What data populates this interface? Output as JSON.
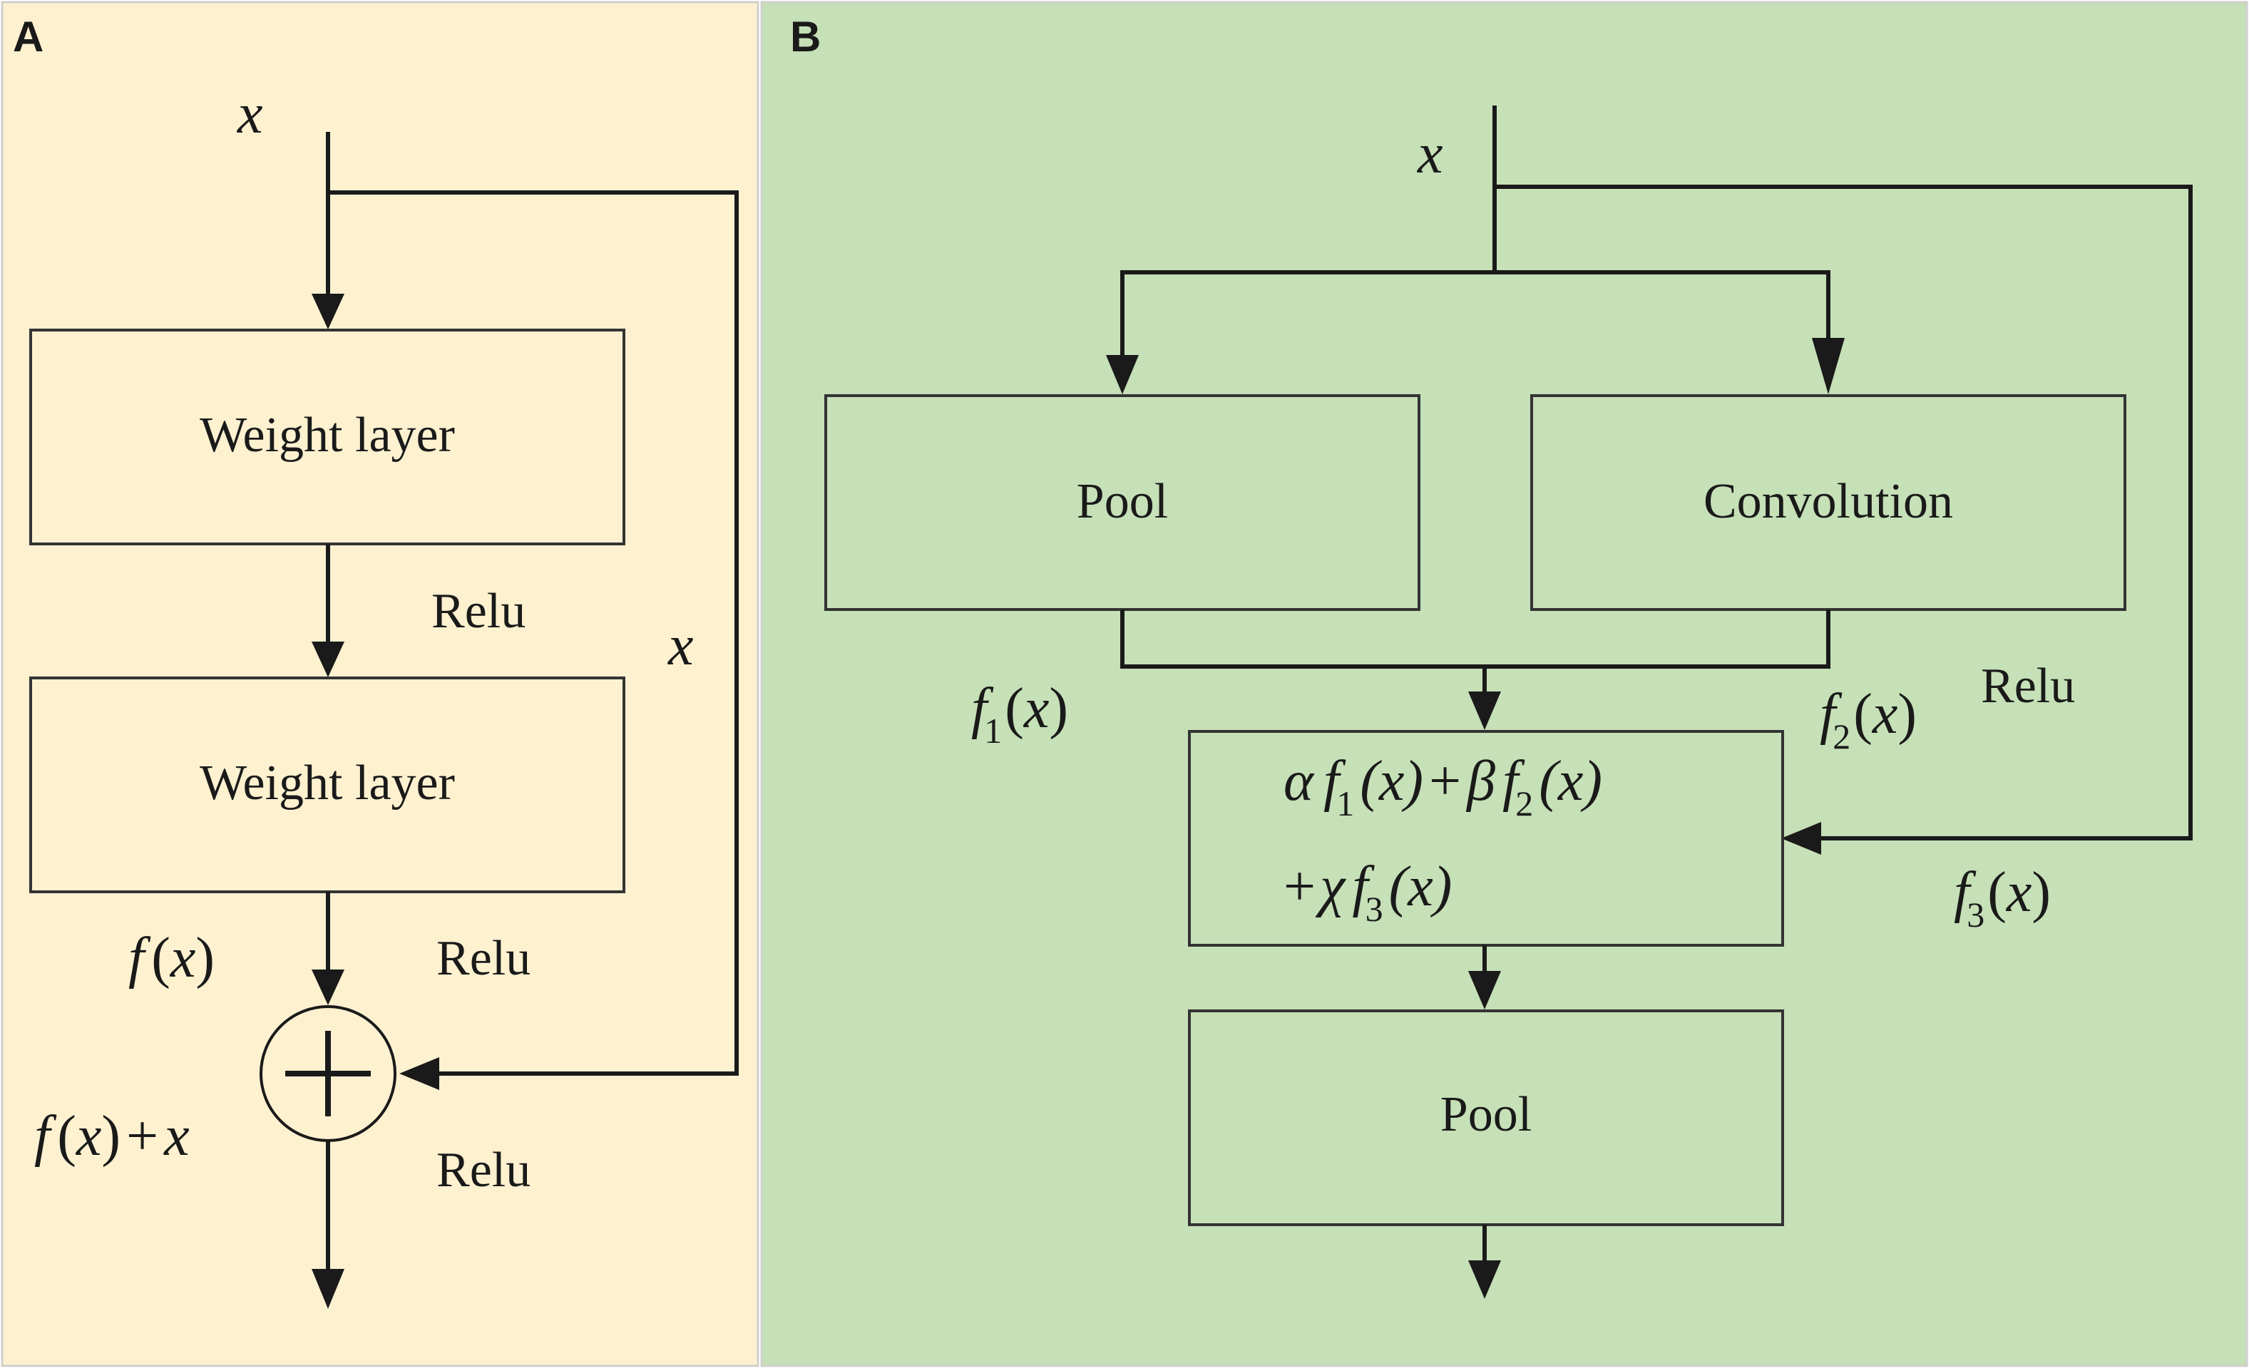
{
  "colors": {
    "panel_a_bg": "#fdf1d0",
    "panel_b_bg": "#c6e0b7",
    "outer_border": "#cfcfcf",
    "line": "#1a1a1a"
  },
  "panel_a": {
    "letter": "A",
    "input_x": "x",
    "box1": "Weight layer",
    "box2": "Weight layer",
    "relu1": "Relu",
    "relu2": "Relu",
    "relu3": "Relu",
    "skip_x": "x",
    "fx_f": "f",
    "fx_open": "(",
    "fx_x": "x",
    "fx_close": ")",
    "sum_f": "f",
    "sum_open": "(",
    "sum_x": "x",
    "sum_close": ")",
    "sum_plus": "+",
    "sum_x2": "x",
    "plus_node": "add-circle"
  },
  "panel_b": {
    "letter": "B",
    "input_x": "x",
    "pool1": "Pool",
    "conv": "Convolution",
    "pool2": "Pool",
    "relu": "Relu",
    "f1": {
      "f": "f",
      "sub": "1",
      "open": "(",
      "x": "x",
      "close": ")"
    },
    "f2": {
      "f": "f",
      "sub": "2",
      "open": "(",
      "x": "x",
      "close": ")"
    },
    "f3": {
      "f": "f",
      "sub": "3",
      "open": "(",
      "x": "x",
      "close": ")"
    },
    "eq_line1": {
      "alpha": "α",
      "f1": "f",
      "sub1": "1",
      "x1": "(x)",
      "plus": "+",
      "beta": "β",
      "f2": "f",
      "sub2": "2",
      "x2": "(x)"
    },
    "eq_line2": {
      "plus": "+",
      "chi": "χ",
      "f3": "f",
      "sub3": "3",
      "x3": "(x)"
    }
  }
}
